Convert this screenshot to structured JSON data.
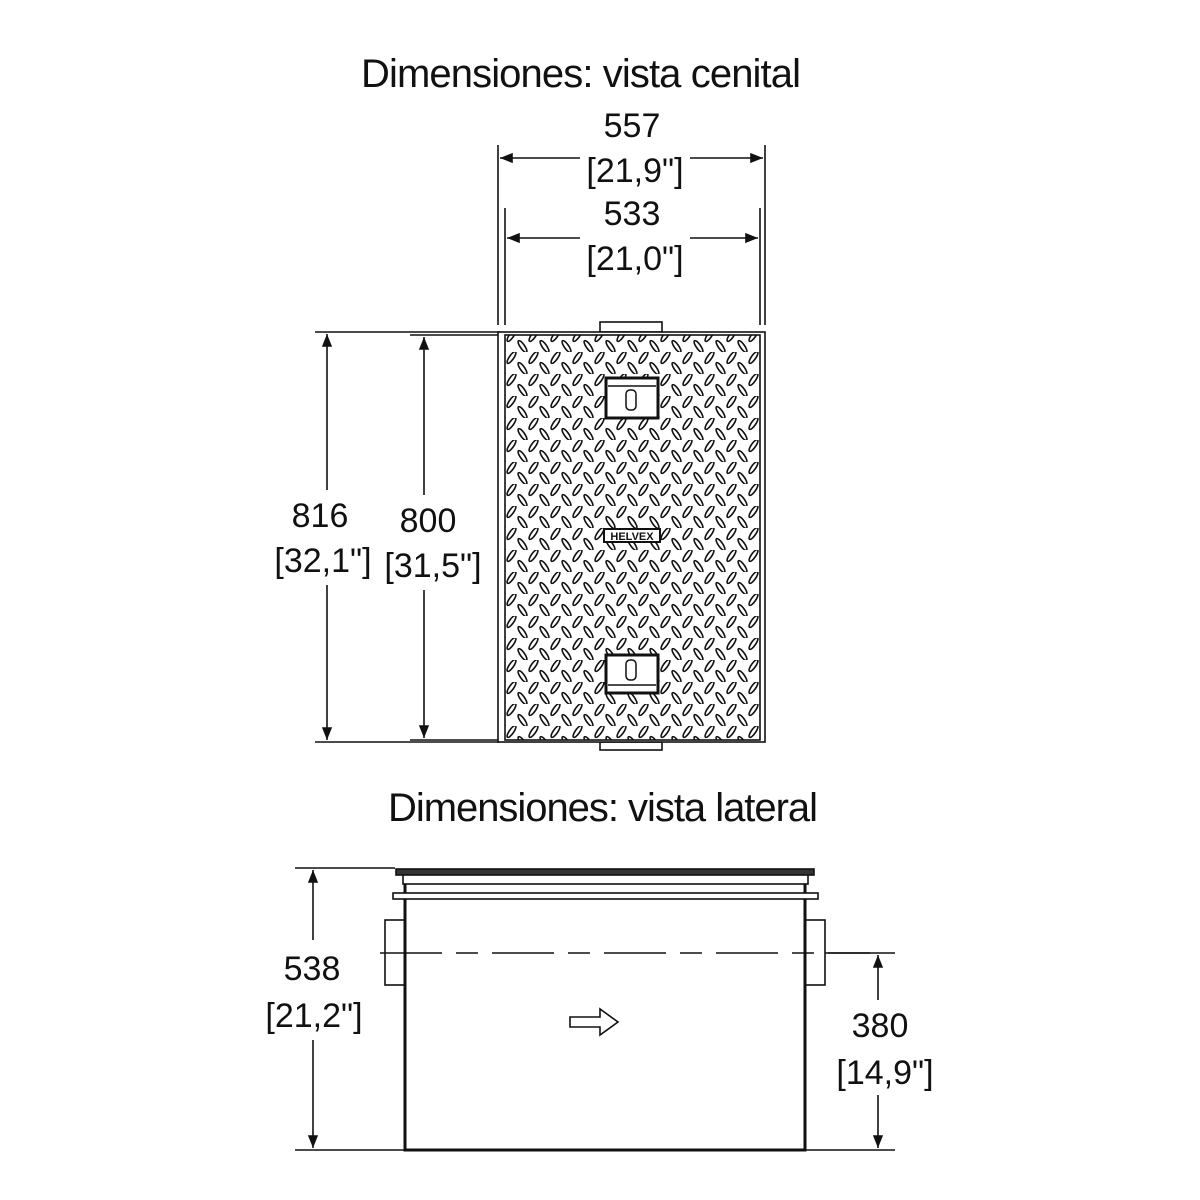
{
  "top_view": {
    "title": "Dimensiones: vista cenital",
    "outer_width": {
      "mm": "557",
      "in": "[21,9\"]"
    },
    "inner_width": {
      "mm": "533",
      "in": "[21,0\"]"
    },
    "outer_length": {
      "mm": "816",
      "in": "[32,1\"]"
    },
    "inner_length": {
      "mm": "800",
      "in": "[31,5\"]"
    },
    "logo": "HELVEX"
  },
  "side_view": {
    "title": "Dimensiones: vista lateral",
    "height": {
      "mm": "538",
      "in": "[21,2\"]"
    },
    "outlet_height": {
      "mm": "380",
      "in": "[14,9\"]"
    }
  }
}
